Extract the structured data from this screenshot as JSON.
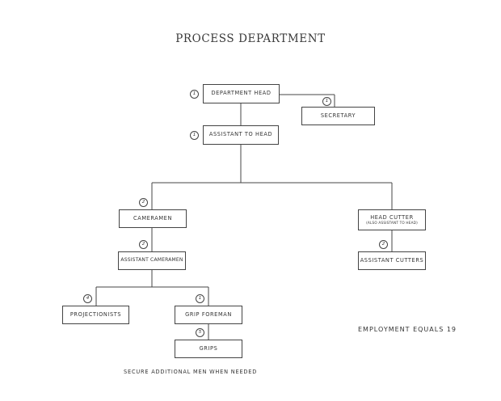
{
  "title": "PROCESS DEPARTMENT",
  "positions": {
    "department_head": {
      "label": "DEPARTMENT HEAD",
      "count": "1"
    },
    "secretary": {
      "label": "SECRETARY",
      "count": "1"
    },
    "assistant_to_head": {
      "label": "ASSISTANT TO HEAD",
      "count": "1"
    },
    "cameramen": {
      "label": "CAMERAMEN",
      "count": "2"
    },
    "assistant_cameramen": {
      "label": "ASSISTANT CAMERAMEN",
      "count": "2"
    },
    "head_cutter": {
      "label": "HEAD CUTTER",
      "sublabel": "(ALSO ASSISTANT TO HEAD)"
    },
    "assistant_cutters": {
      "label": "ASSISTANT CUTTERS",
      "count": "2"
    },
    "projectionists": {
      "label": "PROJECTIONISTS",
      "count": "4"
    },
    "grip_foreman": {
      "label": "GRIP FOREMAN",
      "count": "1"
    },
    "grips": {
      "label": "GRIPS",
      "count": "5"
    }
  },
  "notes": {
    "grips_note": "SECURE ADDITIONAL MEN WHEN NEEDED",
    "employment": "EMPLOYMENT EQUALS 19"
  }
}
